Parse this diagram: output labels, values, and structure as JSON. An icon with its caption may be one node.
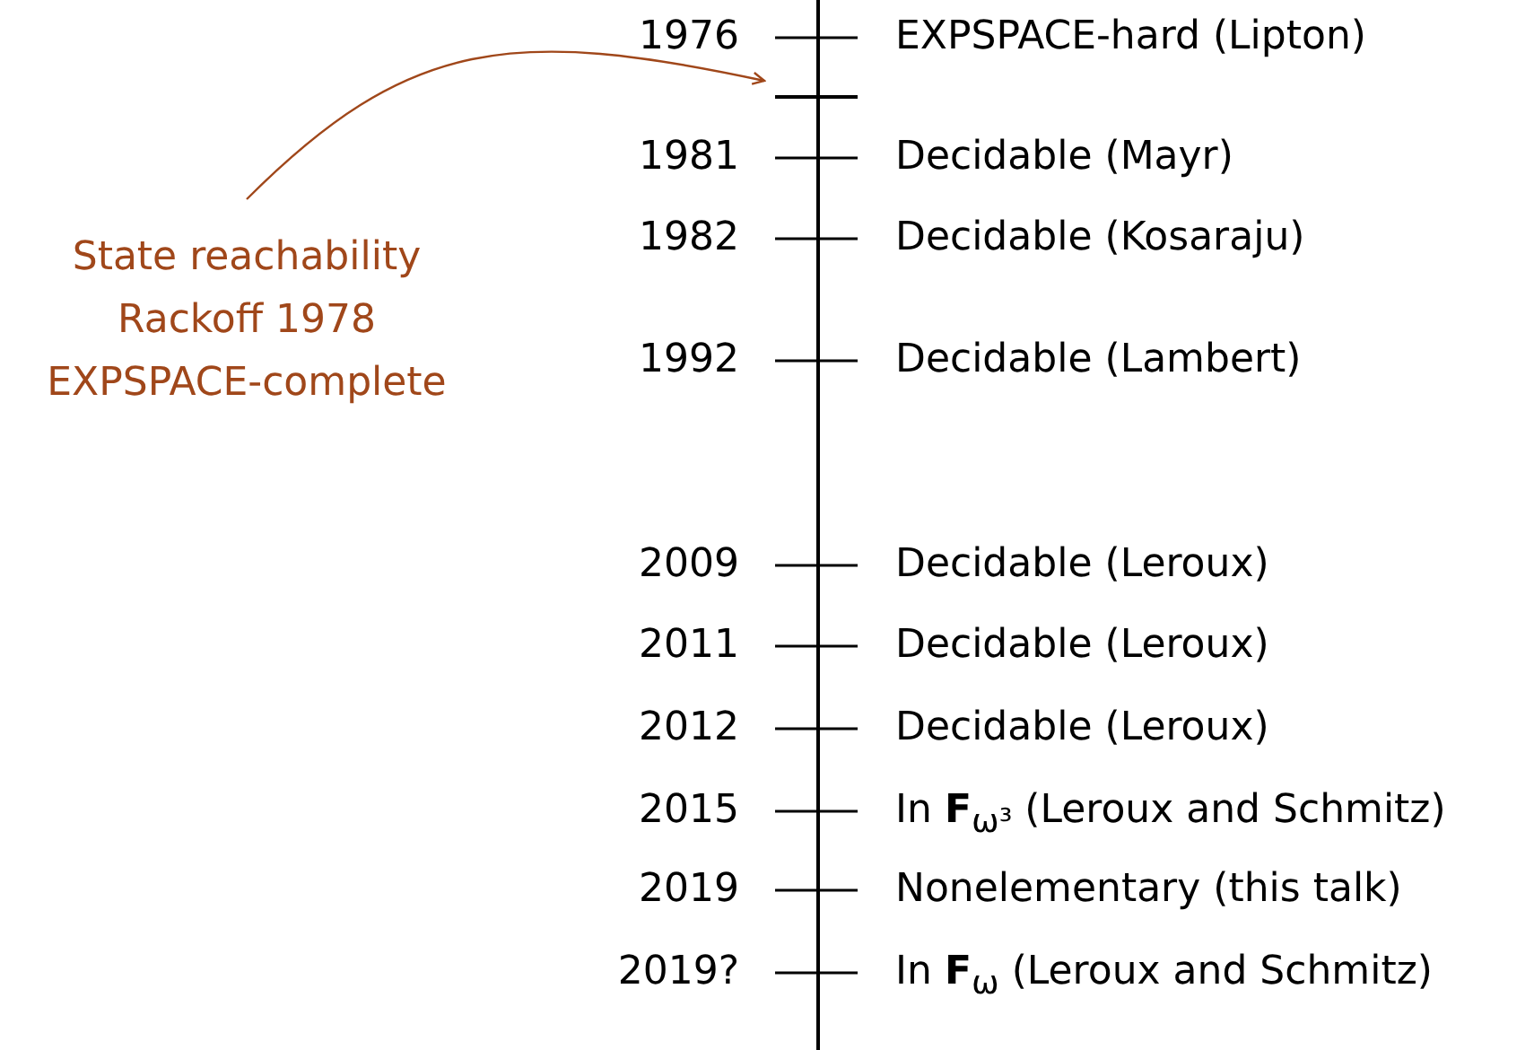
{
  "diagram": {
    "nodes": [
      {
        "text": [
          "State reachability Rackoff 1978 EXPSPACE-complete"
        ]
      },
      {
        "text": [],
        "shape": "bar"
      }
    ],
    "edges": [
      {
        "from": 0,
        "to": 1,
        "arrow": "to",
        "color": "#a0471a"
      }
    ],
    "labels": [
      "1976",
      "EXPSPACE-hard (Lipton)",
      "1981",
      "Decidable (Mayr)",
      "1982",
      "Decidable (Kosaraju)",
      "1992",
      "Decidable (Lambert)",
      "2009",
      "Decidable (Leroux)",
      "2011",
      "Decidable (Leroux)",
      "2012",
      "Decidable (Leroux)",
      "2015",
      "In **F**$_{ω³}$ (Leroux and Schmitz)",
      "2019",
      "Nonelementary (this talk)",
      "2019?",
      "In **F**$_{ω}$ (Leroux and Schmitz)"
    ]
  }
}
